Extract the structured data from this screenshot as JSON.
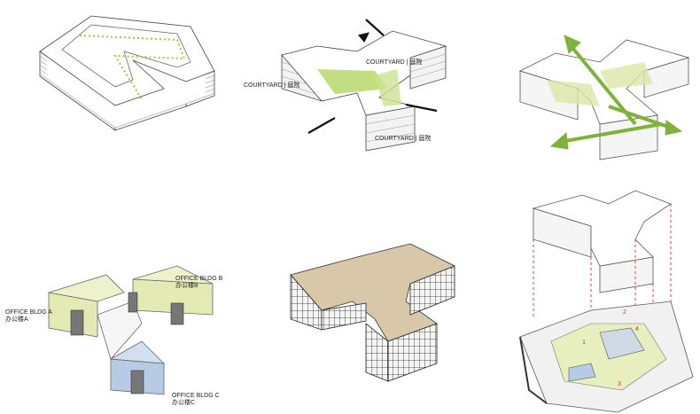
{
  "panel_courtyards": {
    "labels": [
      {
        "text": "COURTYARD | 庭院"
      },
      {
        "text": "COURTYARD | 庭院"
      },
      {
        "text": "COURTYARD | 庭院"
      }
    ]
  },
  "panel_buildings": {
    "labels": [
      {
        "line1": "OFFICE BLDG A",
        "line2": "办公楼A"
      },
      {
        "line1": "OFFICE BLDG B",
        "line2": "办公楼B"
      },
      {
        "line1": "OFFICE BLDG C",
        "line2": "办公楼C"
      }
    ]
  },
  "panel_site": {
    "numbers": [
      "1",
      "2",
      "3",
      "4"
    ]
  },
  "colors": {
    "green": "#a8cc5a",
    "green_light": "#dbe8a8",
    "yellow_light": "#e4eab4",
    "blue_light": "#b8cbe6",
    "arrow_green": "#7fb23a",
    "dash_red": "#c0392b",
    "frame": "#2b2b2b",
    "tan": "#d8c7a8"
  }
}
